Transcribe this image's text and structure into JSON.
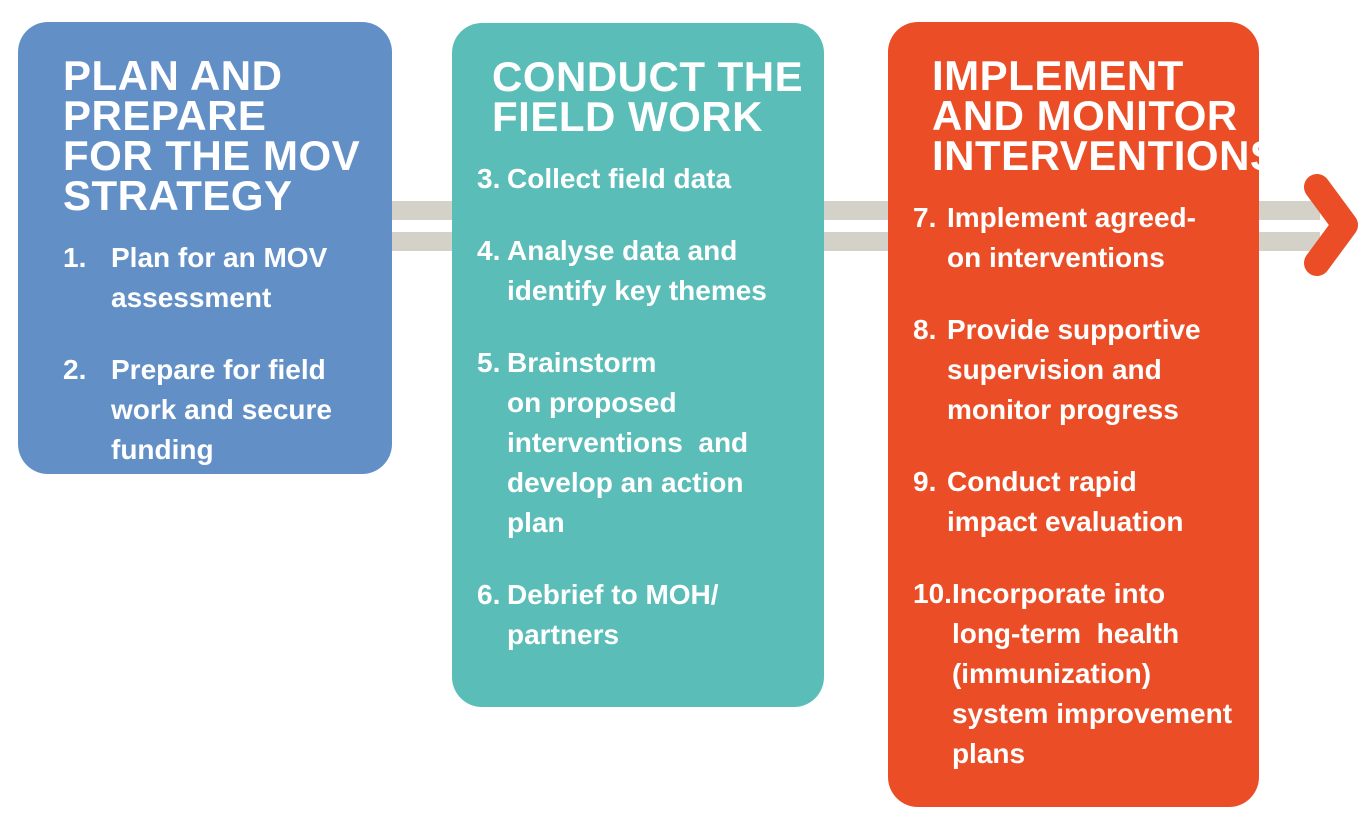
{
  "figure": {
    "background": "#ffffff",
    "band_color": "#d4d1c8",
    "arrow_color": "#eb4e26",
    "text_color": "#ffffff"
  },
  "stages": [
    {
      "color": "#6290c6",
      "title": "PLAN AND PREPARE\nFOR THE MOV\nSTRATEGY",
      "items": [
        {
          "num": "1.",
          "text": "Plan for an MOV\nassessment"
        },
        {
          "num": "2.",
          "text": "Prepare for field\nwork and secure\nfunding"
        }
      ]
    },
    {
      "color": "#5abdb8",
      "title": "CONDUCT THE\nFIELD WORK",
      "items": [
        {
          "num": "3.",
          "text": "Collect field data"
        },
        {
          "num": "4.",
          "text": "Analyse data and\nidentify key themes"
        },
        {
          "num": "5.",
          "text": "Brainstorm\non proposed\ninterventions  and\ndevelop an action\nplan"
        },
        {
          "num": "6.",
          "text": "Debrief to MOH/\npartners"
        }
      ]
    },
    {
      "color": "#eb4e26",
      "title": "IMPLEMENT\nAND MONITOR\nINTERVENTIONS",
      "items": [
        {
          "num": "7.",
          "text": "Implement agreed-\non interventions"
        },
        {
          "num": "8.",
          "text": "Provide supportive\nsupervision and\nmonitor progress"
        },
        {
          "num": "9.",
          "text": "Conduct rapid\nimpact evaluation"
        },
        {
          "num": "10.",
          "text": "Incorporate into\nlong-term  health\n(immunization)\nsystem improvement\nplans"
        }
      ]
    }
  ]
}
